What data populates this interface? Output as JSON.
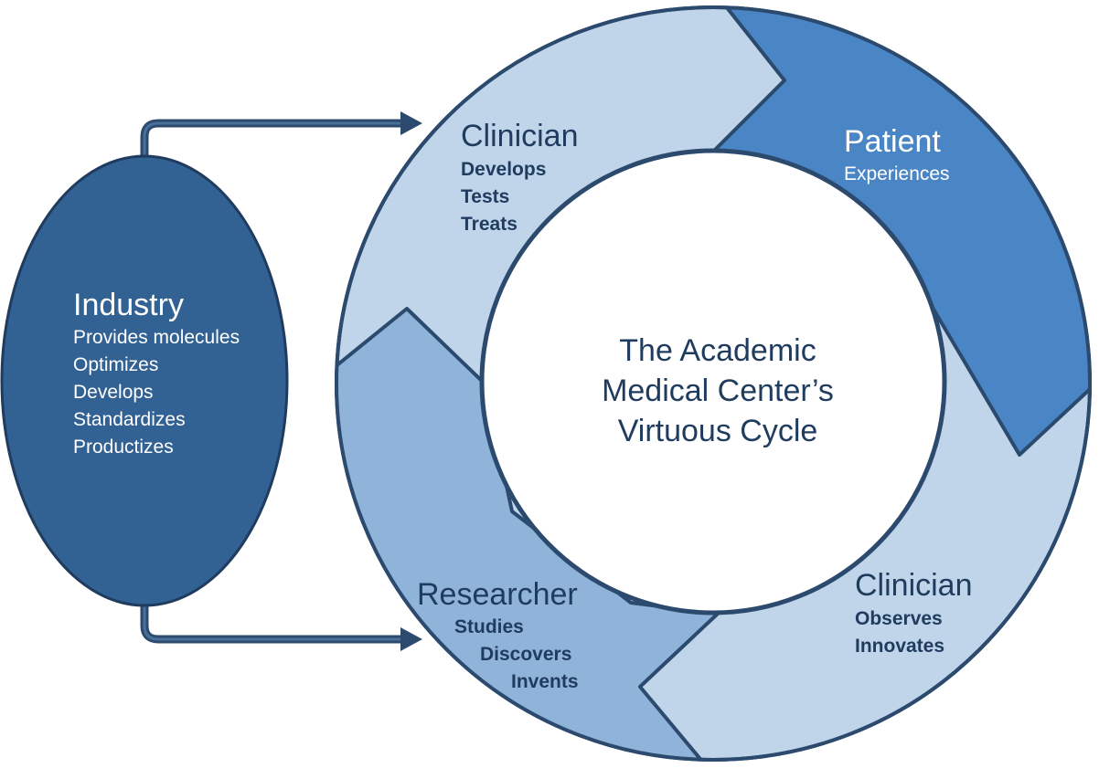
{
  "center": {
    "title_lines": [
      "The Academic",
      "Medical Center’s",
      "Virtuous Cycle"
    ]
  },
  "clinician_top": {
    "title": "Clinician",
    "items": [
      "Develops",
      "Tests",
      "Treats"
    ]
  },
  "patient": {
    "title": "Patient",
    "subtitle": "Experiences"
  },
  "clinician_bottom": {
    "title": "Clinician",
    "items": [
      "Observes",
      "Innovates"
    ]
  },
  "researcher": {
    "title": "Researcher",
    "items": [
      "Studies",
      "Discovers",
      "Invents"
    ]
  },
  "industry": {
    "title": "Industry",
    "items": [
      "Provides molecules",
      "Optimizes",
      "Develops",
      "Standardizes",
      "Productizes"
    ]
  },
  "colors": {
    "light_segment": "#c0d4ea",
    "patient_segment": "#4a86c5",
    "researcher_segment": "#8fb3d9",
    "outline": "#2c4a6e",
    "industry_fill": "#326194",
    "arrow": "#2c4a6e",
    "dark_text": "#1f3b5e"
  }
}
